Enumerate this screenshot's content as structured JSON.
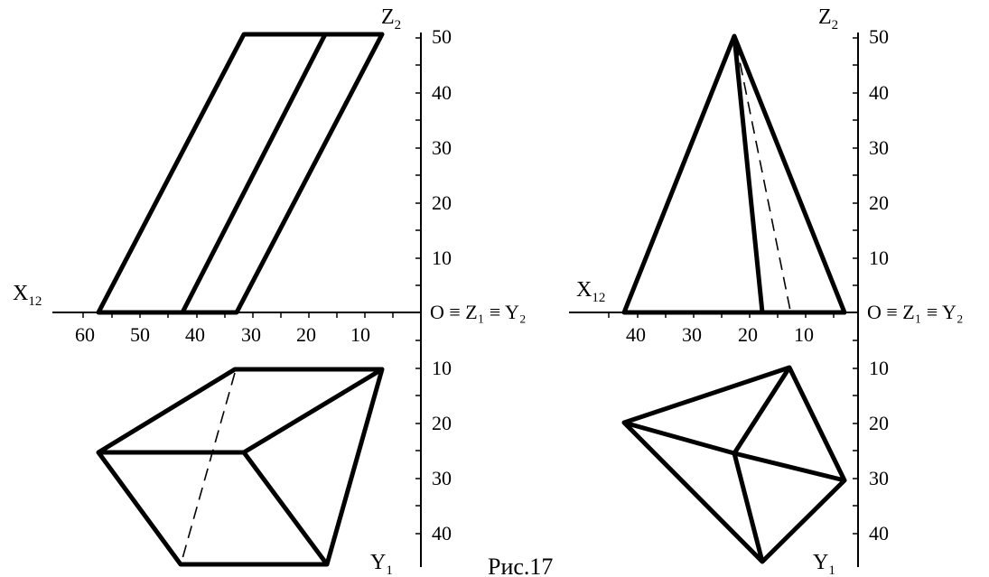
{
  "figure": {
    "caption": "Рис.17",
    "top_text": "",
    "colors": {
      "ink": "#000000",
      "paper": "#ffffff"
    }
  },
  "left": {
    "z_axis": {
      "main": "Z",
      "sub": "2"
    },
    "y_axis": {
      "main": "Y",
      "sub": "1"
    },
    "x_axis": {
      "main": "X",
      "sub": "12"
    },
    "origin_label": "O ≡ Z₁ ≡ Y₂",
    "x_ticks": [
      "60",
      "50",
      "40",
      "30",
      "20",
      "10"
    ],
    "z_ticks": [
      "50",
      "40",
      "30",
      "20",
      "10"
    ],
    "y_ticks": [
      "10",
      "20",
      "30",
      "40"
    ]
  },
  "right": {
    "z_axis": {
      "main": "Z",
      "sub": "2"
    },
    "y_axis": {
      "main": "Y",
      "sub": "1"
    },
    "x_axis": {
      "main": "X",
      "sub": "12"
    },
    "origin_label": "O ≡ Z₁ ≡ Y₂",
    "x_ticks": [
      "40",
      "30",
      "20",
      "10"
    ],
    "z_ticks": [
      "50",
      "40",
      "30",
      "20",
      "10"
    ],
    "y_ticks": [
      "10",
      "20",
      "30",
      "40"
    ]
  }
}
